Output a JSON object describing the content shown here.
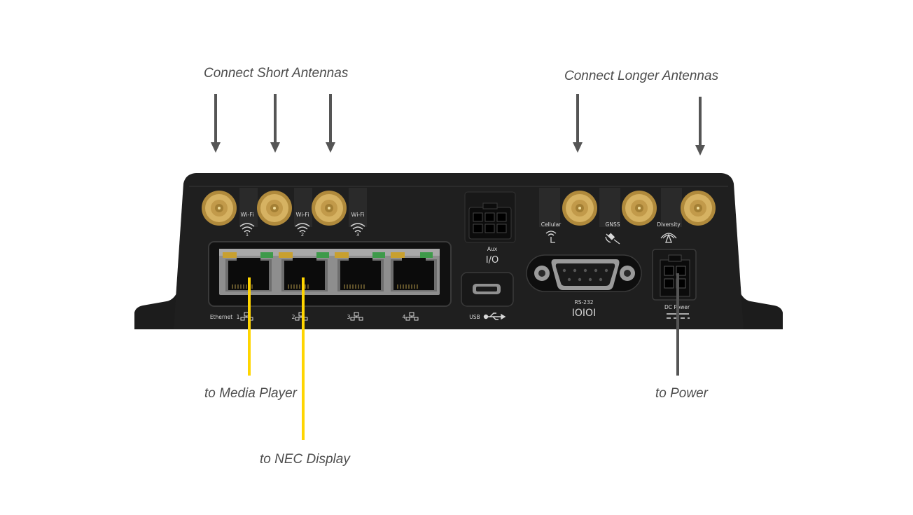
{
  "callouts": {
    "short_antennas": "Connect Short Antennas",
    "longer_antennas": "Connect Longer Antennas",
    "media_player": "to Media Player",
    "nec_display": "to NEC Display",
    "power": "to Power"
  },
  "device_labels": {
    "wifi": "Wi-Fi",
    "wifi_1": "1",
    "wifi_2": "2",
    "wifi_3": "3",
    "cellular": "Cellular",
    "gnss": "GNSS",
    "diversity": "Diversity",
    "aux": "Aux",
    "io": "I/O",
    "rs232": "RS-232",
    "rs232_symbol": "IOIOI",
    "dc_power": "DC Power",
    "usb": "USB",
    "ethernet": "Ethernet",
    "port_1": "1",
    "port_2": "2",
    "port_3": "3",
    "port_4": "4"
  },
  "colors": {
    "callout_text": "#4d4d4d",
    "arrow": "#555555",
    "ethernet_leader": "#ffd500",
    "power_leader": "#555555",
    "chassis": "#1f1f1f",
    "panel": "#141414",
    "sma_gold": "#c9a24a",
    "port_metal": "#9a9a9a",
    "led_amber": "#c8a030",
    "led_green": "#3e9a4a"
  },
  "icons": [
    "arrow-down-icon",
    "wifi-icon",
    "cellular-icon",
    "gnss-satellite-icon",
    "diversity-icon",
    "ethernet-icon",
    "usb-icon",
    "dc-power-icon"
  ]
}
